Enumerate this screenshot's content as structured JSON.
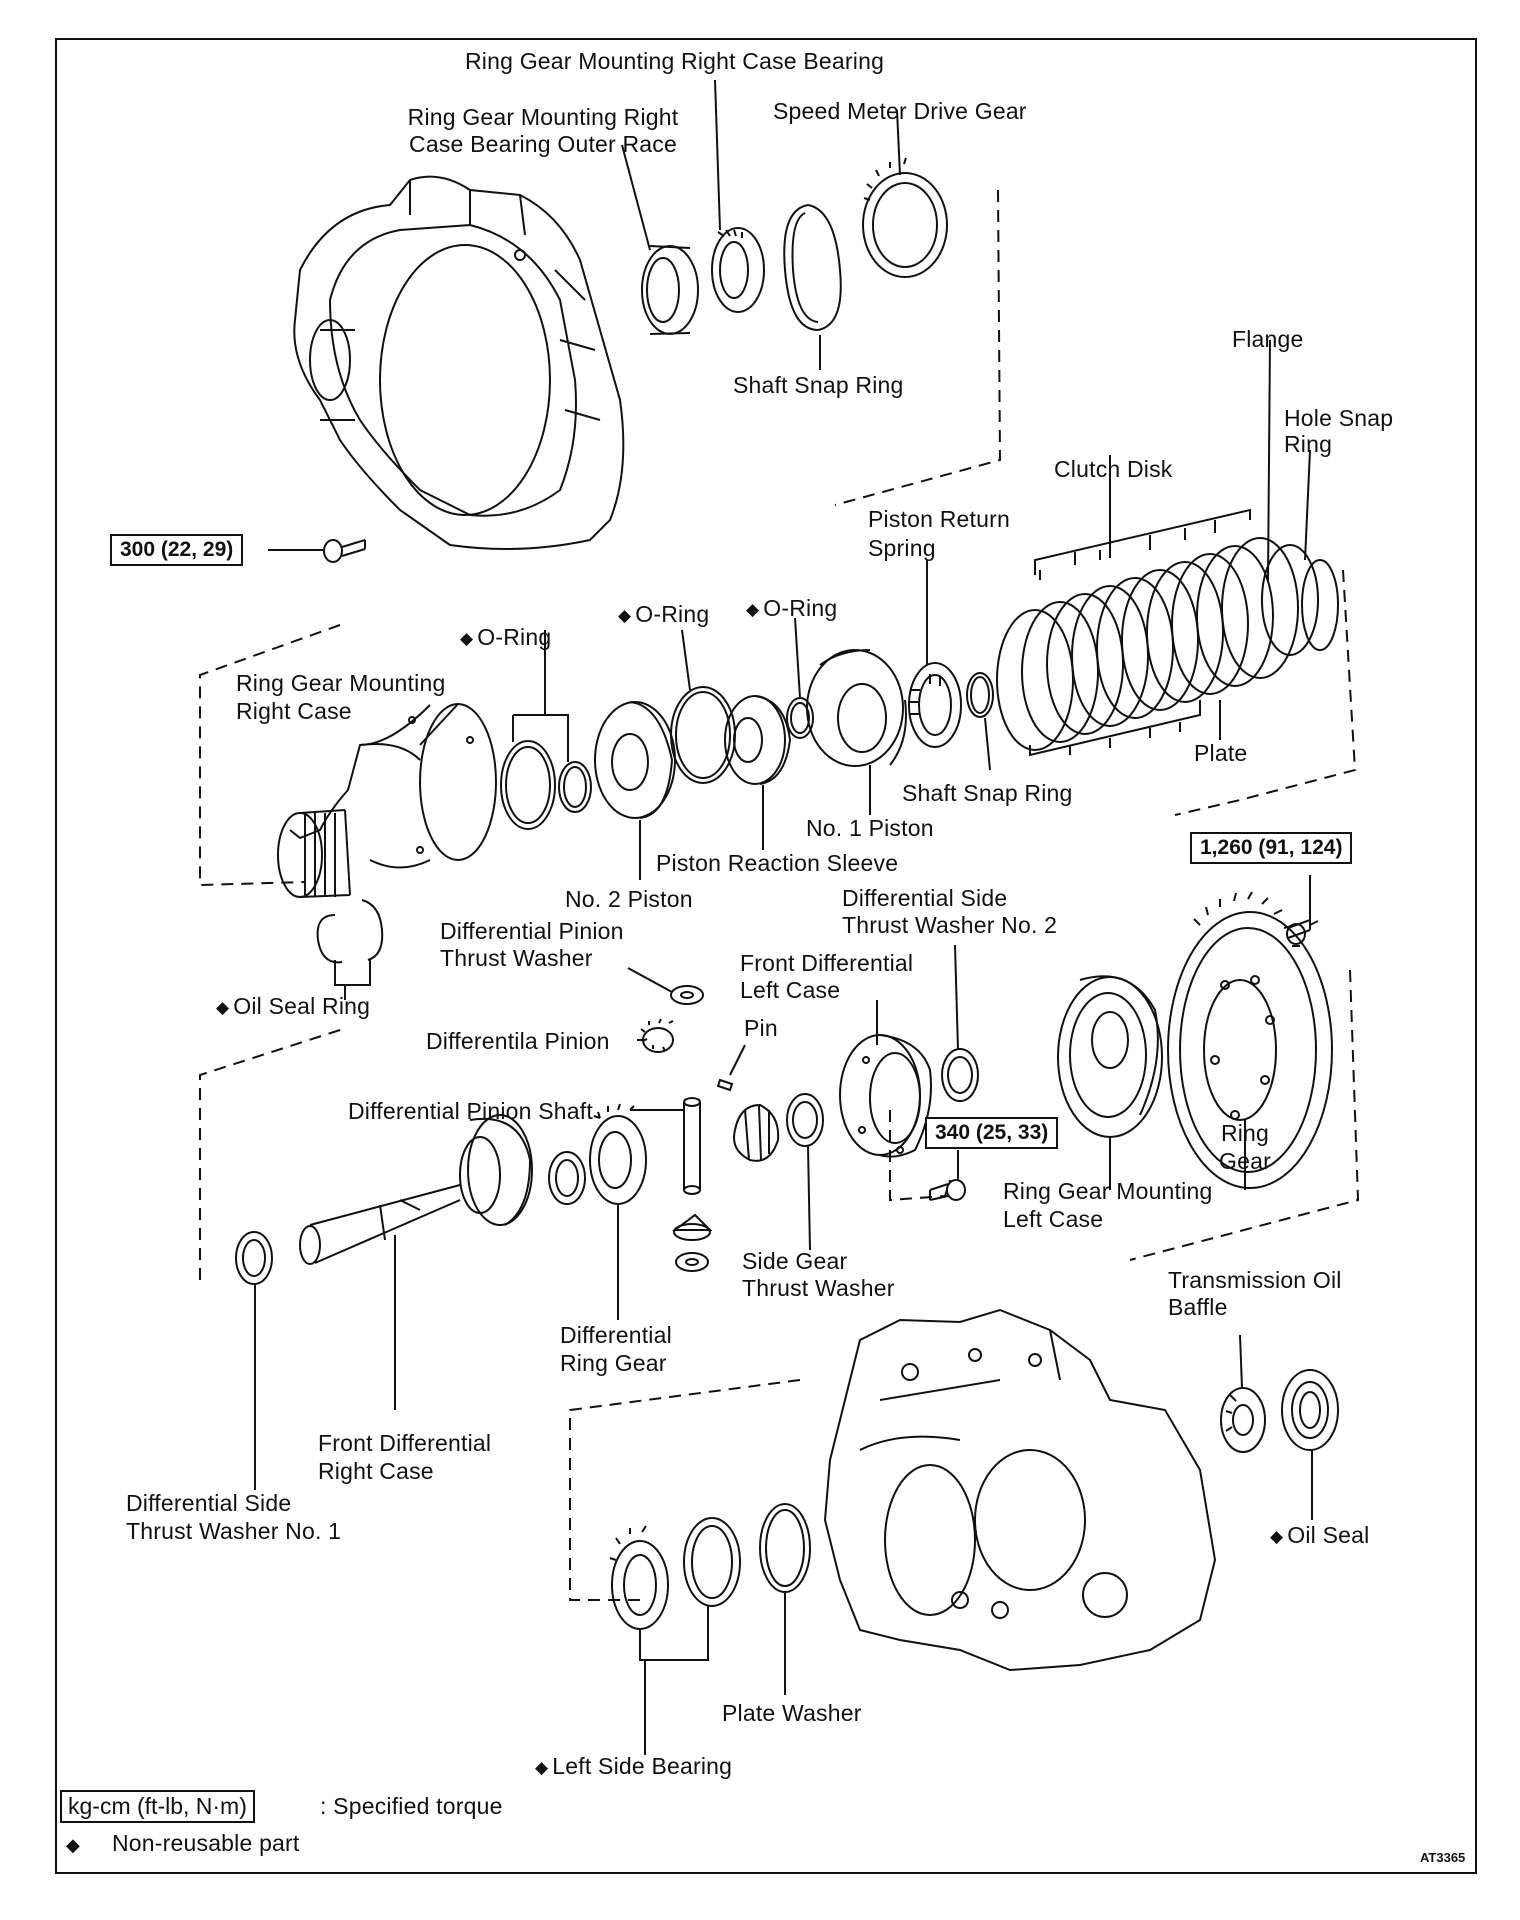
{
  "labels": {
    "rg_right_case_bearing": "Ring Gear Mounting Right Case Bearing",
    "rg_right_case_outer_race_1": "Ring Gear Mounting Right",
    "rg_right_case_outer_race_2": "Case Bearing Outer Race",
    "speed_meter_drive_gear": "Speed Meter Drive Gear",
    "shaft_snap_ring_top": "Shaft Snap Ring",
    "flange": "Flange",
    "hole_snap_ring_1": "Hole Snap",
    "hole_snap_ring_2": "Ring",
    "clutch_disk": "Clutch Disk",
    "piston_return_spring_1": "Piston Return",
    "piston_return_spring_2": "Spring",
    "o_ring_1": "O-Ring",
    "o_ring_2": "O-Ring",
    "o_ring_3": "O-Ring",
    "rg_right_case_1": "Ring Gear Mounting",
    "rg_right_case_2": "Right Case",
    "plate": "Plate",
    "shaft_snap_ring_mid": "Shaft Snap Ring",
    "no1_piston": "No. 1 Piston",
    "piston_reaction_sleeve": "Piston Reaction Sleeve",
    "no2_piston": "No. 2 Piston",
    "diff_side_thrust_washer_no2_1": "Differential Side",
    "diff_side_thrust_washer_no2_2": "Thrust Washer No. 2",
    "diff_pinion_thrust_washer_1": "Differential Pinion",
    "diff_pinion_thrust_washer_2": "Thrust Washer",
    "front_diff_left_case_1": "Front Differential",
    "front_diff_left_case_2": "Left Case",
    "oil_seal_ring": "Oil Seal Ring",
    "differentila_pinion": "Differentila Pinion",
    "pin": "Pin",
    "diff_pinion_shaft": "Differential Pinion Shaft",
    "ring_gear_1": "Ring",
    "ring_gear_2": "Gear",
    "rg_left_case_1": "Ring Gear Mounting",
    "rg_left_case_2": "Left Case",
    "side_gear_thrust_washer_1": "Side Gear",
    "side_gear_thrust_washer_2": "Thrust Washer",
    "diff_ring_gear_1": "Differential",
    "diff_ring_gear_2": "Ring Gear",
    "trans_oil_baffle_1": "Transmission Oil",
    "trans_oil_baffle_2": "Baffle",
    "front_diff_right_case_1": "Front Differential",
    "front_diff_right_case_2": "Right Case",
    "diff_side_thrust_washer_no1_1": "Differential Side",
    "diff_side_thrust_washer_no1_2": "Thrust Washer No. 1",
    "oil_seal": "Oil Seal",
    "plate_washer": "Plate Washer",
    "left_side_bearing": "Left Side Bearing"
  },
  "torque": {
    "t300": "300 (22, 29)",
    "t1260": "1,260 (91, 124)",
    "t340": "340 (25, 33)"
  },
  "legend": {
    "unit_box": "kg-cm (ft-lb, N·m)",
    "unit_desc": ":  Specified torque",
    "diamond_desc": "Non-reusable part"
  },
  "ref_code": "AT3365"
}
